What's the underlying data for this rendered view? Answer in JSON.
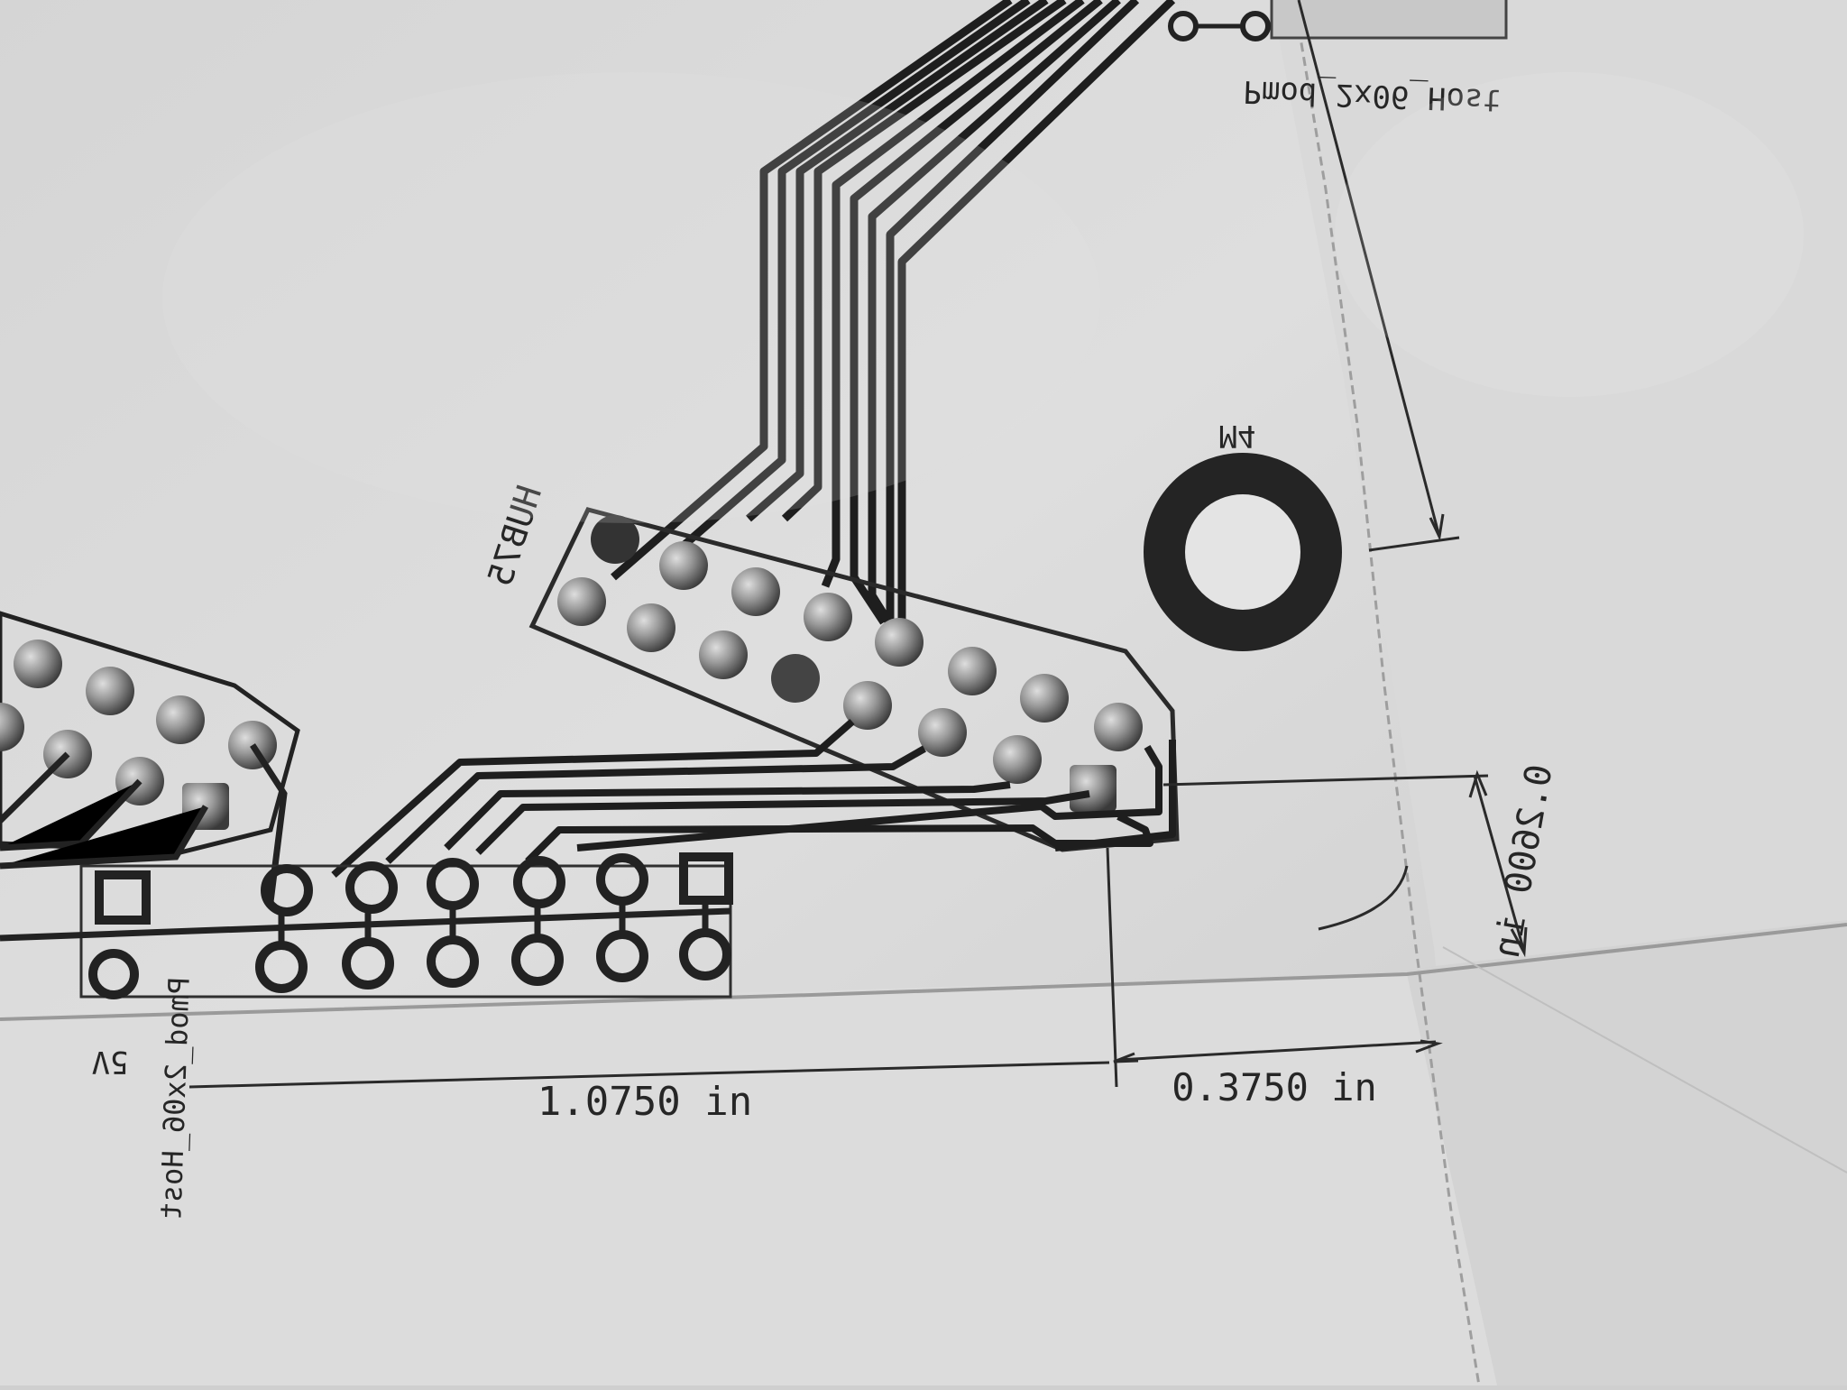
{
  "labels": {
    "hub75": "HUB75",
    "m4": "M4",
    "pmod_host": "Pmod_2x06_Host",
    "pmod_host_left": "Pmod_2x06_Host",
    "voltage": "5V"
  },
  "dimensions": {
    "width_main": "1.0750 in",
    "width_right": "0.3750 in",
    "height_right": "0.2600 in"
  },
  "colors": {
    "paper_light": "#e3e3e3",
    "paper_shadow": "#b9b9b9",
    "ink": "#262626",
    "solder": "#a8a8a8"
  }
}
